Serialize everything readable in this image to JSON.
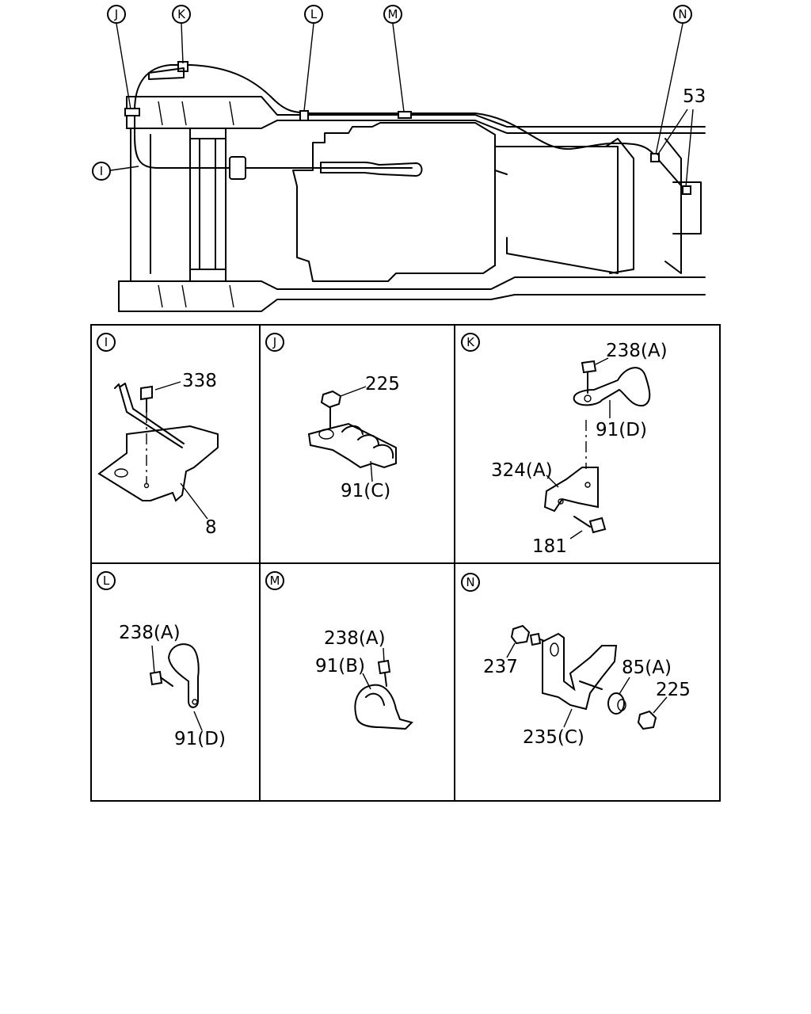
{
  "overview": {
    "callouts": [
      "J",
      "K",
      "L",
      "M",
      "N",
      "I"
    ],
    "part_53": "53"
  },
  "panels": [
    {
      "id": "I",
      "parts": [
        "338",
        "8"
      ]
    },
    {
      "id": "J",
      "parts": [
        "225",
        "91(C)"
      ]
    },
    {
      "id": "K",
      "parts": [
        "238(A)",
        "91(D)",
        "324(A)",
        "181"
      ]
    },
    {
      "id": "L",
      "parts": [
        "238(A)",
        "91(D)"
      ]
    },
    {
      "id": "M",
      "parts": [
        "238(A)",
        "91(B)"
      ]
    },
    {
      "id": "N",
      "parts": [
        "237",
        "85(A)",
        "225",
        "235(C)"
      ]
    }
  ]
}
